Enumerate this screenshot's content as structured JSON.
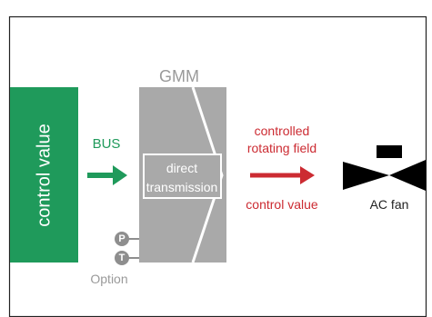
{
  "diagram": {
    "control_box_label": "control value",
    "bus_label": "BUS",
    "gmm_title": "GMM",
    "inner_box_line1": "direct",
    "inner_box_line2": "transmission",
    "option_p": "P",
    "option_t": "T",
    "option_label": "Option",
    "field_line1": "controlled",
    "field_line2": "rotating field",
    "output_label": "control value",
    "fan_label": "AC fan"
  },
  "colors": {
    "green": "#1f9a5b",
    "red": "#cc2b32",
    "gray_box": "#a9a9a9",
    "gray_text": "#8e8e8e",
    "black": "#000000"
  }
}
